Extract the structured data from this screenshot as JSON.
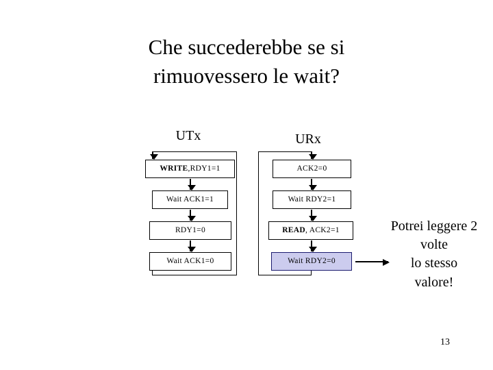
{
  "slide": {
    "title": "Che succederebbe se si\nrimuovessero le wait?",
    "page_number": "13",
    "highlight_color": "#ccccee",
    "highlight_border_color": "#1a1a6e"
  },
  "columns": [
    {
      "id": "utx",
      "header": "UTx",
      "loop_side": "right",
      "steps": [
        {
          "bold": "WRITE",
          "rest": ",RDY1=1",
          "full": "WRITE,RDY1=1",
          "highlighted": false
        },
        {
          "bold": "",
          "rest": "Wait ACK1=1",
          "full": "Wait ACK1=1",
          "highlighted": false
        },
        {
          "bold": "",
          "rest": "RDY1=0",
          "full": "RDY1=0",
          "highlighted": false
        },
        {
          "bold": "",
          "rest": "Wait ACK1=0",
          "full": "Wait ACK1=0",
          "highlighted": false
        }
      ]
    },
    {
      "id": "urx",
      "header": "URx",
      "loop_side": "left",
      "steps": [
        {
          "bold": "",
          "rest": "ACK2=0",
          "full": "ACK2=0",
          "highlighted": false
        },
        {
          "bold": "",
          "rest": "Wait RDY2=1",
          "full": "Wait RDY2=1",
          "highlighted": false
        },
        {
          "bold": "READ",
          "rest": ", ACK2=1",
          "full": "READ, ACK2=1",
          "highlighted": false
        },
        {
          "bold": "",
          "rest": "Wait RDY2=0",
          "full": "Wait RDY2=0",
          "highlighted": true
        }
      ]
    }
  ],
  "annotation": {
    "text": "Potrei leggere 2\nvolte\nlo stesso\nvalore!"
  }
}
